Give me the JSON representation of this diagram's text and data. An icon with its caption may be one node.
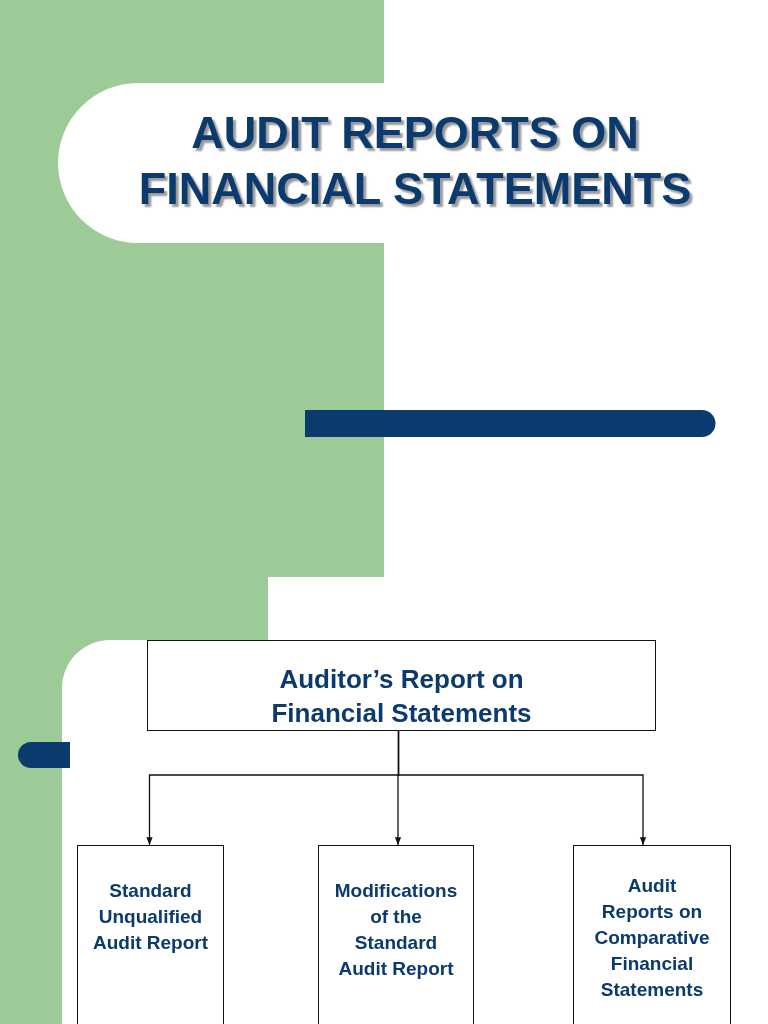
{
  "diagram": {
    "title": "AUDIT REPORTS ON FINANCIAL STATEMENTS",
    "nodes": [
      {
        "text": [
          "Auditor’s Report on Financial Statements"
        ]
      },
      {
        "text": [
          "Standard Unqualified Audit Report"
        ]
      },
      {
        "text": [
          "Modifications of the Standard Audit Report"
        ]
      },
      {
        "text": [
          "Audit Reports on Comparative Financial Statements"
        ]
      }
    ],
    "edges": [
      {
        "from": 0,
        "to": 1,
        "arrow": "to"
      },
      {
        "from": 0,
        "to": 2,
        "arrow": "to"
      },
      {
        "from": 0,
        "to": 3,
        "arrow": "to"
      }
    ]
  }
}
